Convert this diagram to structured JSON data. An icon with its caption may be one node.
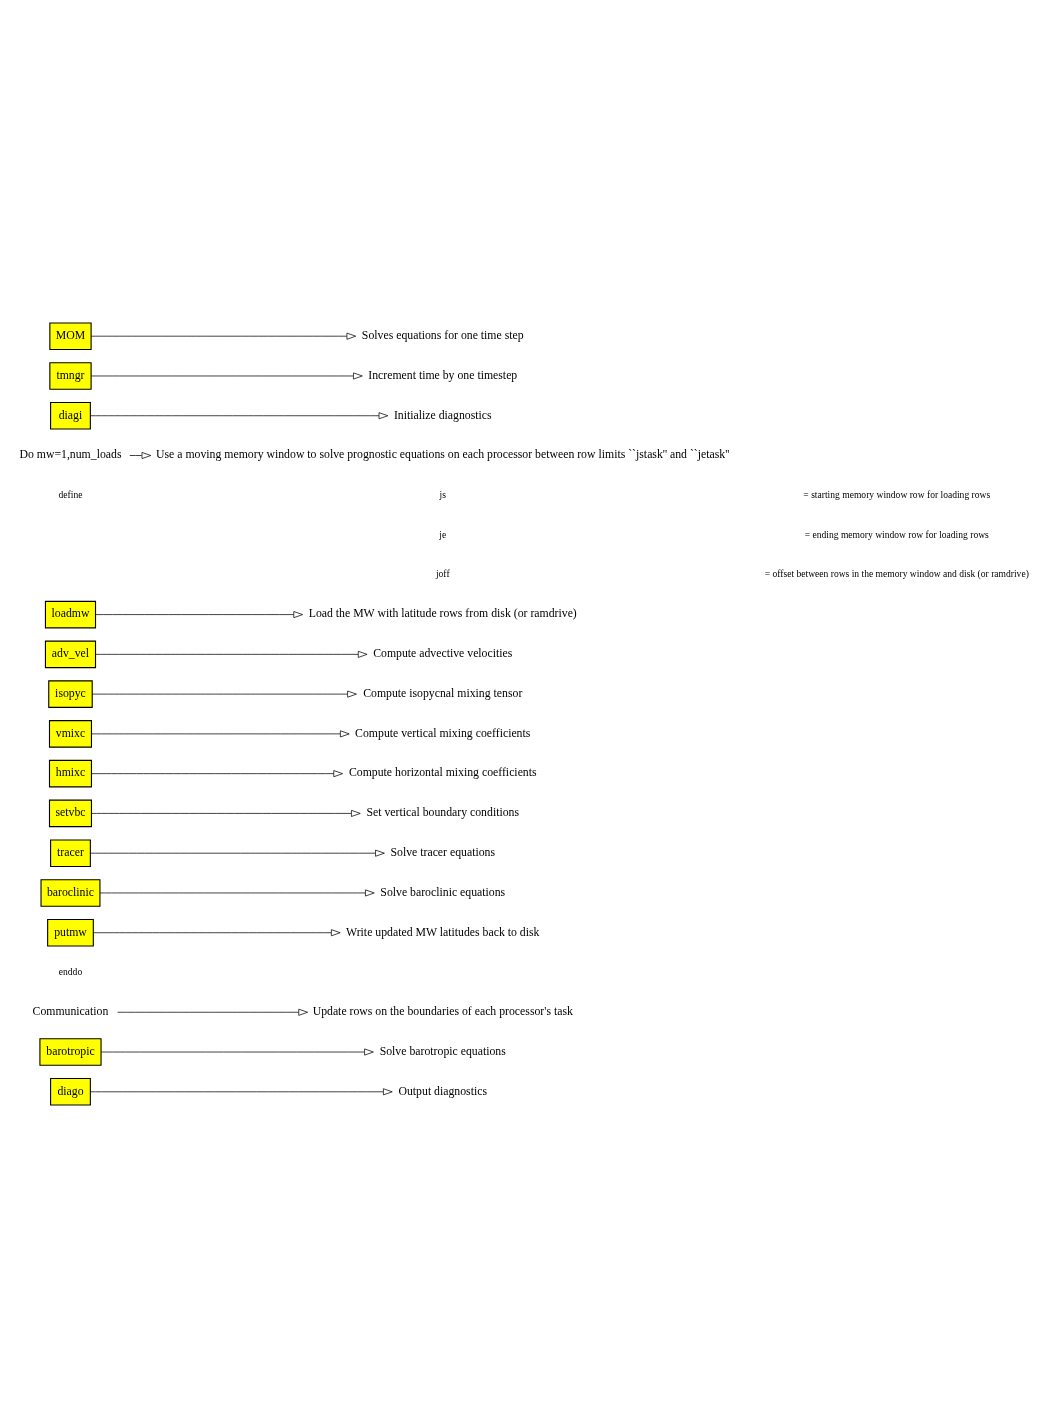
{
  "diagram": {
    "nodes": [
      {
        "text": [
          "MOM"
        ]
      },
      {
        "text": [
          "Solves equations for one time step"
        ]
      },
      {
        "text": [
          "tmngr"
        ]
      },
      {
        "text": [
          "Increment time by one timestep"
        ]
      },
      {
        "text": [
          "diagi"
        ]
      },
      {
        "text": [
          "Initialize diagnostics"
        ]
      },
      {
        "text": [
          "Do mw=1,num_loads"
        ]
      },
      {
        "text": [
          "Use a moving memory window to solve prognostic equations on each processor between row limits ``jstask'' and ``jetask''"
        ]
      },
      {
        "text": [
          "loadmw"
        ]
      },
      {
        "text": [
          "Load the MW with latitude rows from disk (or ramdrive)"
        ]
      },
      {
        "text": [
          "adv_vel"
        ]
      },
      {
        "text": [
          "Compute advective velocities"
        ]
      },
      {
        "text": [
          "isopyc"
        ]
      },
      {
        "text": [
          "Compute isopycnal mixing tensor"
        ]
      },
      {
        "text": [
          "vmixc"
        ]
      },
      {
        "text": [
          "Compute vertical mixing coefficients"
        ]
      },
      {
        "text": [
          "hmixc"
        ]
      },
      {
        "text": [
          "Compute horizontal mixing coefficients"
        ]
      },
      {
        "text": [
          "setvbc"
        ]
      },
      {
        "text": [
          "Set vertical boundary conditions"
        ]
      },
      {
        "text": [
          "tracer"
        ]
      },
      {
        "text": [
          "Solve tracer equations"
        ]
      },
      {
        "text": [
          "baroclinic"
        ]
      },
      {
        "text": [
          "Solve baroclinic equations"
        ]
      },
      {
        "text": [
          "putmw"
        ]
      },
      {
        "text": [
          "Write updated MW latitudes back to disk"
        ]
      },
      {
        "text": [
          "Communication"
        ]
      },
      {
        "text": [
          "Update rows on the boundaries of each processor's task"
        ]
      },
      {
        "text": [
          "barotropic"
        ]
      },
      {
        "text": [
          "Solve barotropic equations"
        ]
      },
      {
        "text": [
          "diago"
        ]
      },
      {
        "text": [
          "Output diagnostics"
        ]
      }
    ],
    "edges": [
      {
        "from": 0,
        "to": 1,
        "arrow": "to"
      },
      {
        "from": 2,
        "to": 3,
        "arrow": "to"
      },
      {
        "from": 4,
        "to": 5,
        "arrow": "to"
      },
      {
        "from": 6,
        "to": 7,
        "arrow": "to"
      },
      {
        "from": 8,
        "to": 9,
        "arrow": "to"
      },
      {
        "from": 10,
        "to": 11,
        "arrow": "to"
      },
      {
        "from": 12,
        "to": 13,
        "arrow": "to"
      },
      {
        "from": 14,
        "to": 15,
        "arrow": "to"
      },
      {
        "from": 16,
        "to": 17,
        "arrow": "to"
      },
      {
        "from": 18,
        "to": 19,
        "arrow": "to"
      },
      {
        "from": 20,
        "to": 21,
        "arrow": "to"
      },
      {
        "from": 22,
        "to": 23,
        "arrow": "to"
      },
      {
        "from": 24,
        "to": 25,
        "arrow": "to"
      },
      {
        "from": 26,
        "to": 27,
        "arrow": "to"
      },
      {
        "from": 28,
        "to": 29,
        "arrow": "to"
      },
      {
        "from": 30,
        "to": 31,
        "arrow": "to"
      }
    ],
    "labels": [
      "define",
      "js",
      "= starting memory window row for loading rows",
      "je",
      "= ending memory window row for loading rows",
      "joff",
      "= offset between rows in the memory window and disk (or ramdrive)",
      "enddo"
    ]
  }
}
